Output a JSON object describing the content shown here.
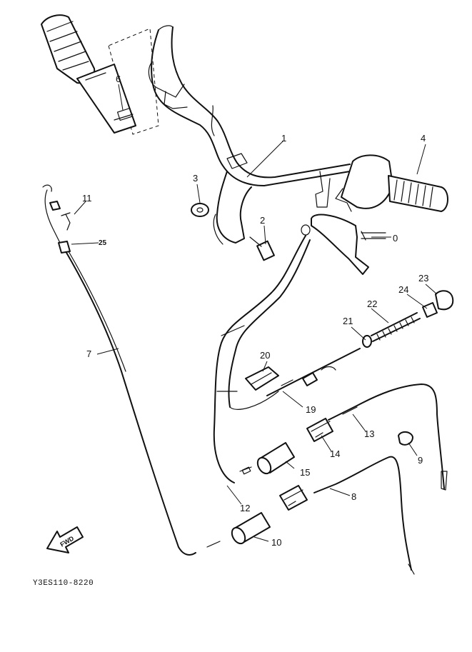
{
  "callouts": {
    "c1": "1",
    "c2": "2",
    "c3": "3",
    "c4": "4",
    "c6": "6",
    "c7": "7",
    "c8": "8",
    "c9": "9",
    "c10": "10",
    "c11": "11",
    "c12": "12",
    "c13": "13",
    "c14": "14",
    "c15": "15",
    "c19": "19",
    "c20": "20",
    "c21": "21",
    "c22": "22",
    "c23": "23",
    "c24": "24",
    "c25": "25",
    "c0": "0"
  },
  "direction_arrow": {
    "label": "FWD"
  },
  "diagram_code": "Y3ES110-8220"
}
